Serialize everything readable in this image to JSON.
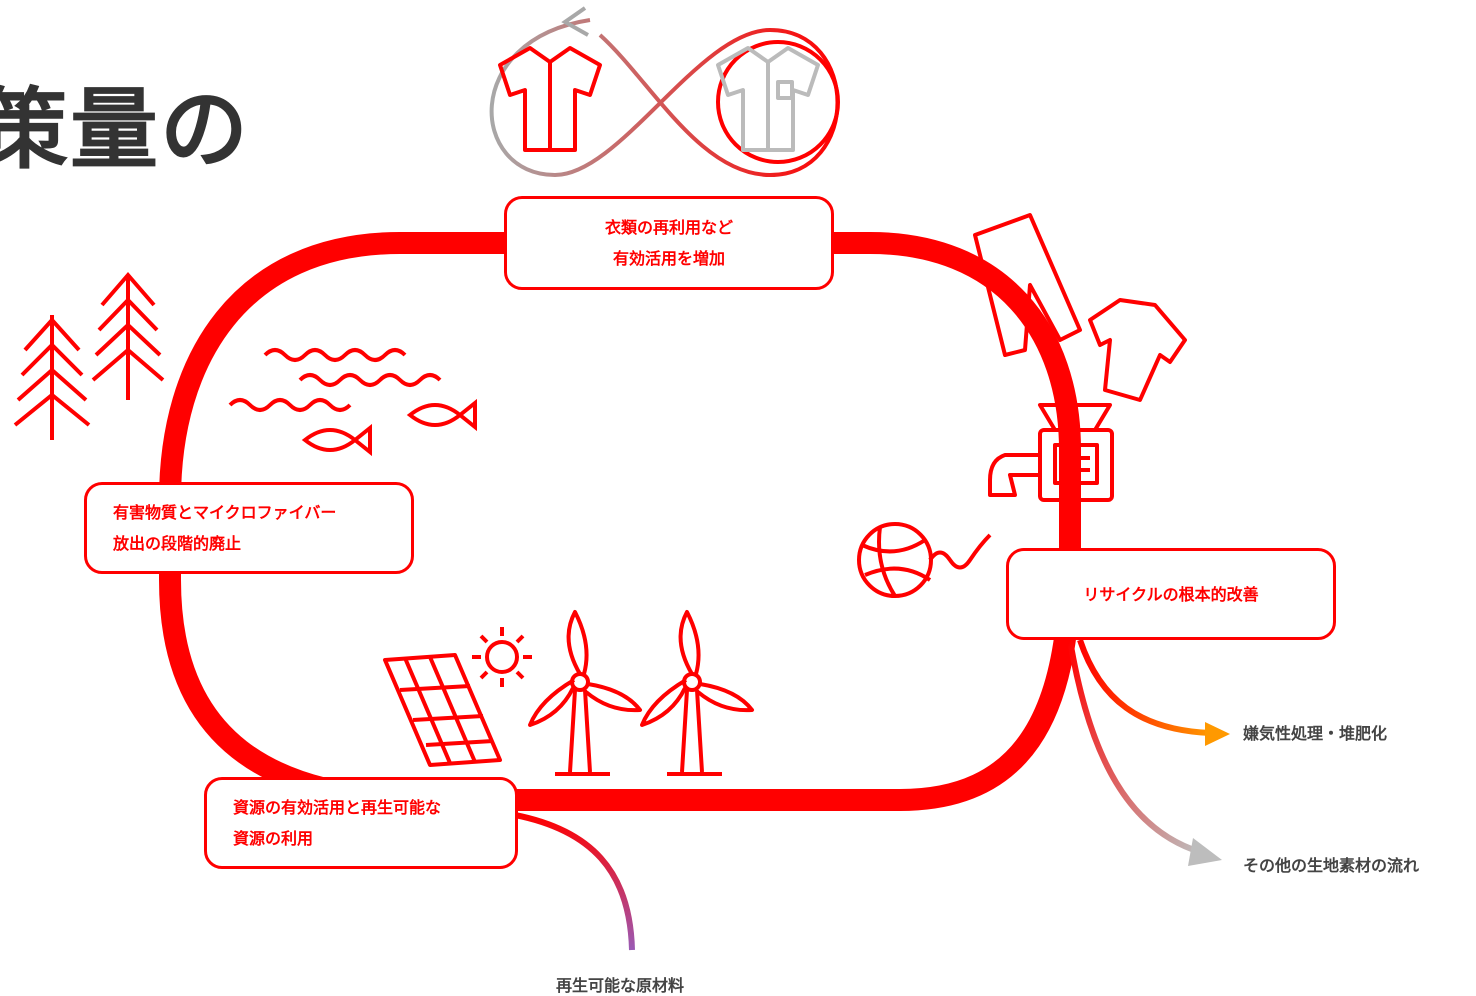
{
  "title_fragment": "策量の",
  "boxes": {
    "reuse": [
      "衣類の再利用など",
      "有効活用を増加"
    ],
    "harmful": [
      "有害物質とマイクロファイバー",
      "放出の段階的廃止"
    ],
    "recycle": [
      "リサイクルの根本的改善"
    ],
    "resources": [
      "資源の有効活用と再生可能な",
      "資源の利用"
    ]
  },
  "outputs": {
    "anaerobic": "嫌気性処理・堆肥化",
    "other": "その他の生地素材の流れ",
    "raw": "再生可能な原材料"
  },
  "colors": {
    "loop": "#ff0000",
    "text_red": "#ff0000",
    "orange": "#ff9900",
    "gray": "#b8b8b8",
    "purple": "#9a5bb5",
    "title": "#333333"
  }
}
